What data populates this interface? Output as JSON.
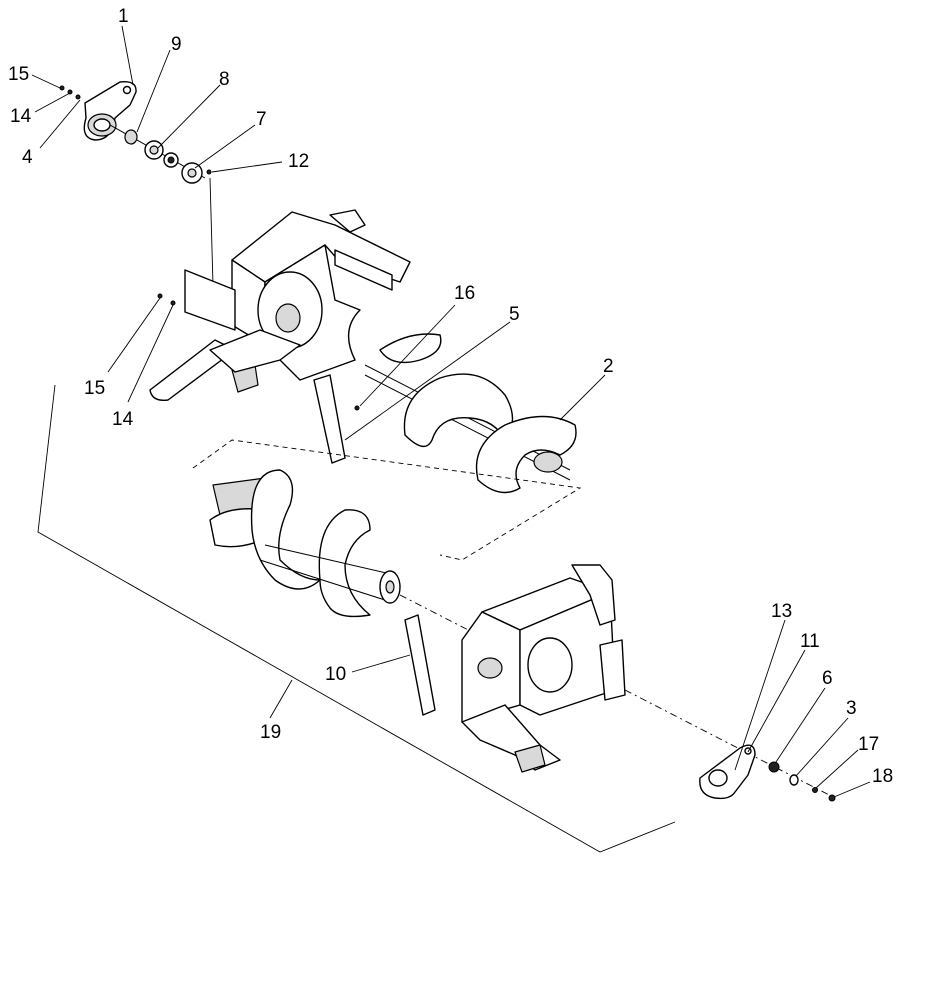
{
  "callouts": {
    "c1": "1",
    "c2": "2",
    "c3": "3",
    "c4": "4",
    "c5": "5",
    "c6": "6",
    "c7": "7",
    "c8": "8",
    "c9": "9",
    "c10": "10",
    "c11": "11",
    "c12": "12",
    "c13": "13",
    "c14a": "14",
    "c14b": "14",
    "c15a": "15",
    "c15b": "15",
    "c16": "16",
    "c17": "17",
    "c18": "18",
    "c19": "19"
  }
}
